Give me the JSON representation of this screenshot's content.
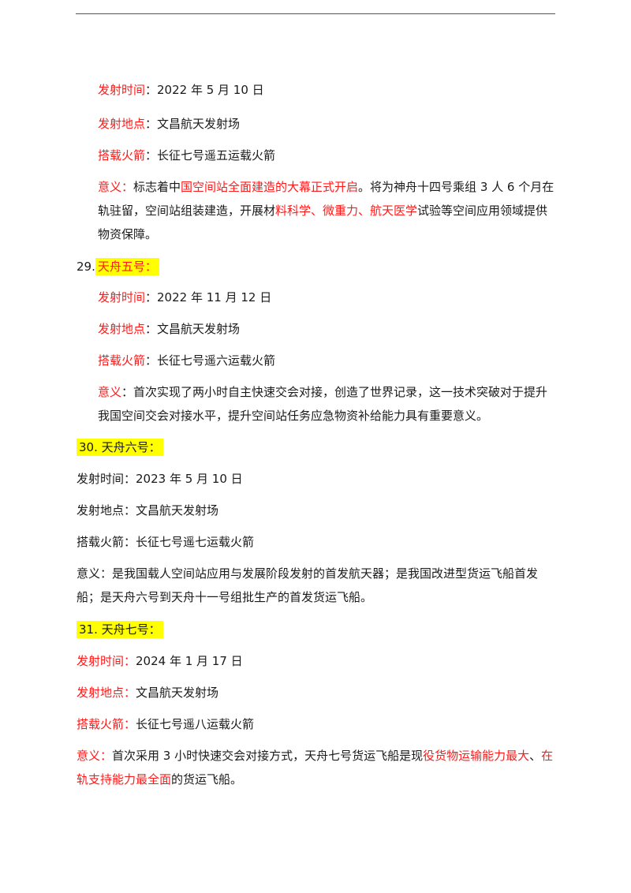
{
  "document": {
    "section_28_tail": {
      "launch_time_label": "发射时间",
      "launch_time_value": "：2022 年 5 月 10 日",
      "launch_site_label": "发射地点",
      "launch_site_value": "：文昌航天发射场",
      "rocket_label": "搭载火箭",
      "rocket_value": "：长征七号遥五运载火箭",
      "significance": {
        "label": "意义：",
        "t1": "标志着中",
        "r1": "国空间站全面建造的大幕正式开启",
        "t2": "。将为神舟十四号乘组 3 人 6 个月在轨驻留，空间站组装建造，开展材",
        "r2": "料科学、微重力、航天医学",
        "t3": "试验等空间应用领域提供物资保障。"
      }
    },
    "section_29": {
      "number": "29.",
      "title": "天舟五号：",
      "launch_time_label": "发射时间",
      "launch_time_value": "：2022 年 11 月 12 日",
      "launch_site_label": "发射地点",
      "launch_site_value": "：文昌航天发射场",
      "rocket_label": "搭载火箭",
      "rocket_value": "：长征七号遥六运载火箭",
      "significance": {
        "label": "意义",
        "text": "：首次实现了两小时自主快速交会对接，创造了世界记录，这一技术突破对于提升我国空间交会对接水平，提升空间站任务应急物资补给能力具有重要意义。"
      }
    },
    "section_30": {
      "title": "30. 天舟六号：",
      "launch_time": "发射时间：2023 年 5 月 10 日",
      "launch_site": "发射地点：文昌航天发射场",
      "rocket": "搭载火箭：长征七号遥七运载火箭",
      "significance": "意义：是我国载人空间站应用与发展阶段发射的首发航天器；是我国改进型货运飞船首发船；是天舟六号到天舟十一号组批生产的首发货运飞船。"
    },
    "section_31": {
      "title": "31. 天舟七号：",
      "launch_time_label": "发射时间：",
      "launch_time_value": "2024 年 1 月 17 日",
      "launch_site_label": "发射地点：",
      "launch_site_value": "文昌航天发射场",
      "rocket_label": "搭载火箭：",
      "rocket_value": "长征七号遥八运载火箭",
      "significance": {
        "label": "意义：",
        "t1": "首次采用 3 小时快速交会对接方式，天舟七号货运飞船是现",
        "r1": "役货物运输能力最大",
        "t2": "、",
        "r2": "在轨支持能力最全面",
        "t3": "的货运飞船。"
      }
    },
    "colors": {
      "accent_red": "#ff1a1a",
      "highlight": "#ffff00",
      "text": "#1a1a1a"
    }
  }
}
